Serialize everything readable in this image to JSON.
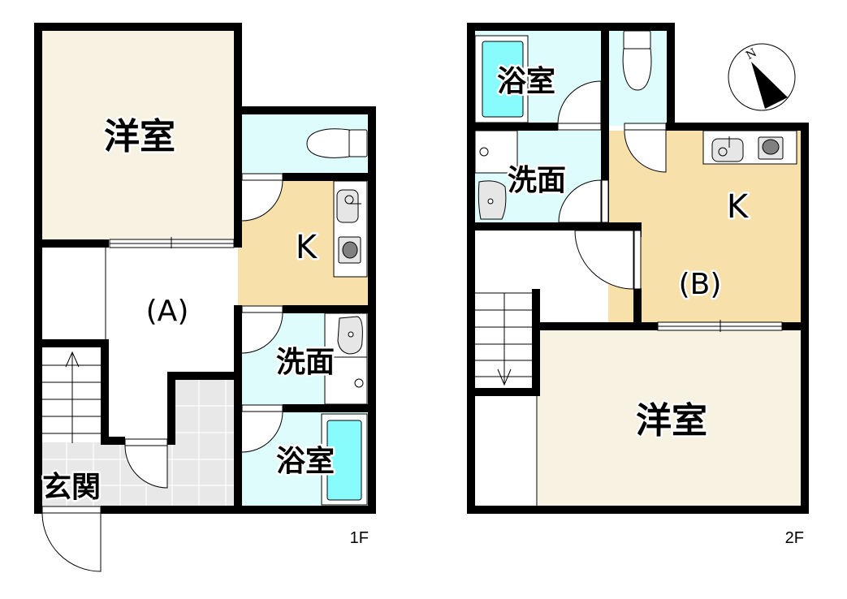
{
  "colors": {
    "wall": "#000000",
    "western_room": "#f8f2e3",
    "kitchen": "#f7e0aa",
    "wet_area": "#dffcfd",
    "bathtub": "#88fbfd",
    "entrance_tile": "#e8e8e8",
    "fixture": "#e6e6e6"
  },
  "floor1": {
    "label": "1F",
    "rooms": {
      "western": "洋室",
      "kitchen": "K",
      "hall": "(A)",
      "washroom": "洗面",
      "bathroom": "浴室",
      "entrance": "玄関"
    }
  },
  "floor2": {
    "label": "2F",
    "rooms": {
      "western": "洋室",
      "kitchen": "K",
      "hall": "(B)",
      "washroom": "洗面",
      "bathroom": "浴室"
    }
  },
  "compass": {
    "north_label": "N"
  }
}
